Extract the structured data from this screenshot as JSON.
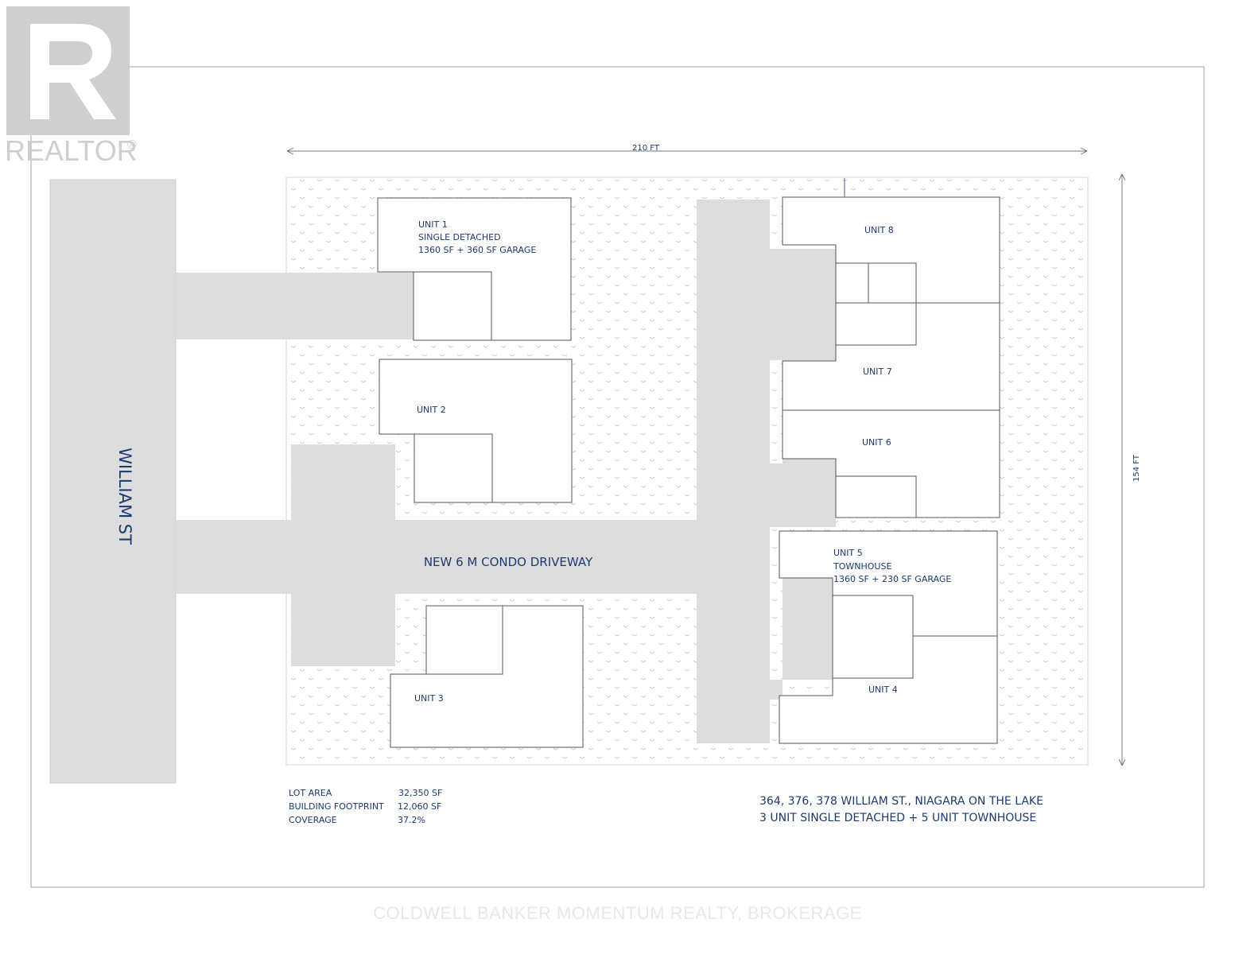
{
  "watermark": {
    "logo_text": "REALTOR",
    "logo_mark": "®"
  },
  "dimensions": {
    "width": "210 FT",
    "height": "154 FT"
  },
  "street": "WILLIAM ST",
  "driveway": "NEW 6 M CONDO DRIVEWAY",
  "units": {
    "u1": {
      "name": "UNIT 1",
      "type": "SINGLE DETACHED",
      "size": "1360 SF + 360 SF GARAGE"
    },
    "u2": {
      "name": "UNIT 2"
    },
    "u3": {
      "name": "UNIT 3"
    },
    "u4": {
      "name": "UNIT 4"
    },
    "u5": {
      "name": "UNIT 5",
      "type": "TOWNHOUSE",
      "size": "1360 SF + 230 SF GARAGE"
    },
    "u6": {
      "name": "UNIT 6"
    },
    "u7": {
      "name": "UNIT 7"
    },
    "u8": {
      "name": "UNIT 8"
    }
  },
  "stats": {
    "lot_area_label": "LOT AREA",
    "lot_area": "32,350 SF",
    "footprint_label": "BUILDING FOOTPRINT",
    "footprint": "12,060 SF",
    "coverage_label": "COVERAGE",
    "coverage": "37.2%"
  },
  "project": {
    "address": "364, 376, 378 WILLIAM ST., NIAGARA ON THE LAKE",
    "description": "3 UNIT SINGLE DETACHED + 5 UNIT TOWNHOUSE"
  },
  "footer": "COLDWELL BANKER MOMENTUM REALTY, BROKERAGE",
  "colors": {
    "paving": "#dddddd",
    "text": "#1c3a70",
    "outline": "#555555",
    "watermark": "#cfcfcf"
  }
}
